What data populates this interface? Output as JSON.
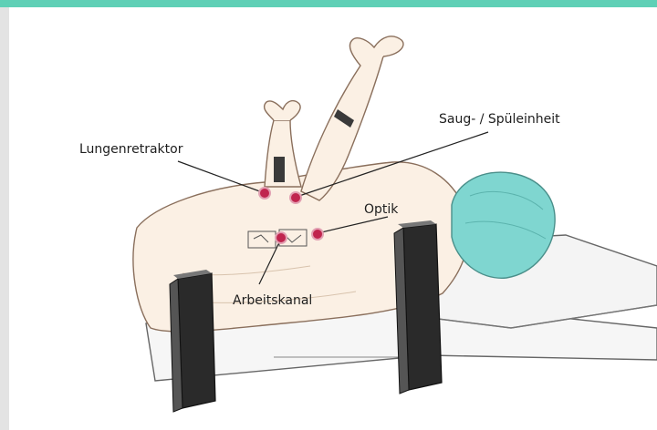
{
  "colors": {
    "accent_bar": "#5fd0b6",
    "port_marker": "#c0254e",
    "drape": "#7fd6d0"
  },
  "labels": {
    "lung_retractor": "Lungenretraktor",
    "suction_irrigation": "Saug- / Spüleinheit",
    "optics": "Optik",
    "working_channel": "Arbeitskanal"
  }
}
